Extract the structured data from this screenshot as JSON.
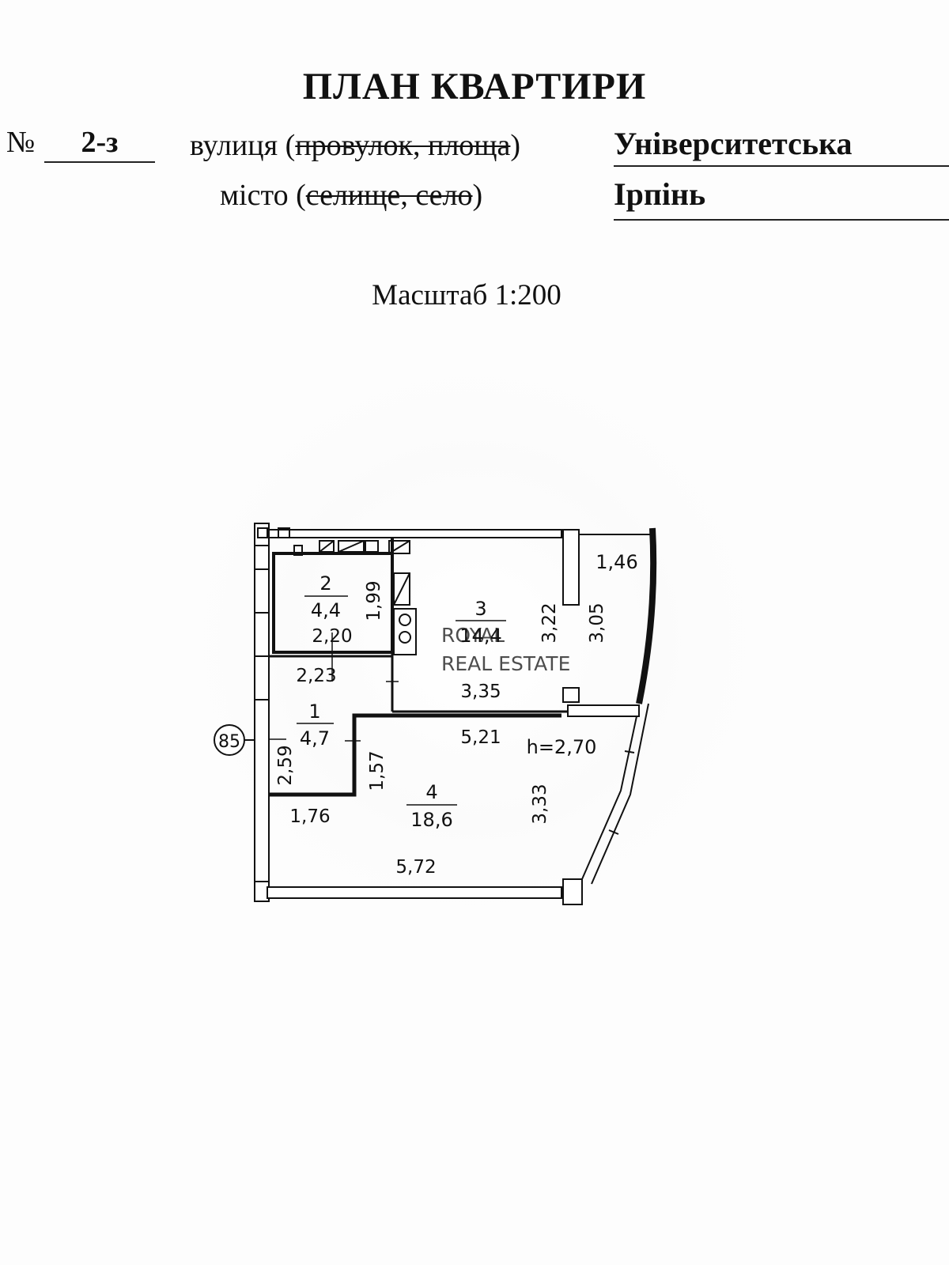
{
  "header": {
    "title": "ПЛАН КВАРТИРИ",
    "number_label": "№",
    "number_value": "2-з",
    "street_type_prefix": "вулиця (",
    "street_type_struck": "провулок, площа",
    "street_type_suffix": ")",
    "street_value": "Університетська",
    "city_type_prefix": "місто (",
    "city_type_struck": "селище, село",
    "city_type_suffix": ")",
    "city_value": "Ірпінь",
    "scale": "Масштаб 1:200"
  },
  "plan": {
    "ceiling_height": "h=2,70",
    "marker": "85",
    "rooms": [
      {
        "number": "1",
        "area": "4,7"
      },
      {
        "number": "2",
        "area": "4,4"
      },
      {
        "number": "3",
        "area": "14,4"
      },
      {
        "number": "4",
        "area": "18,6"
      }
    ],
    "balcony_area": "1,46",
    "dimensions": {
      "d_1_99": "1,99",
      "d_2_20": "2,20",
      "d_2_23": "2,23",
      "d_3_22": "3,22",
      "d_3_05": "3,05",
      "d_3_35": "3,35",
      "d_5_21": "5,21",
      "d_2_59": "2,59",
      "d_1_57": "1,57",
      "d_3_33": "3,33",
      "d_1_76": "1,76",
      "d_5_72": "5,72"
    },
    "watermark_line1": "ROYAL",
    "watermark_line2": "REAL ESTATE"
  }
}
